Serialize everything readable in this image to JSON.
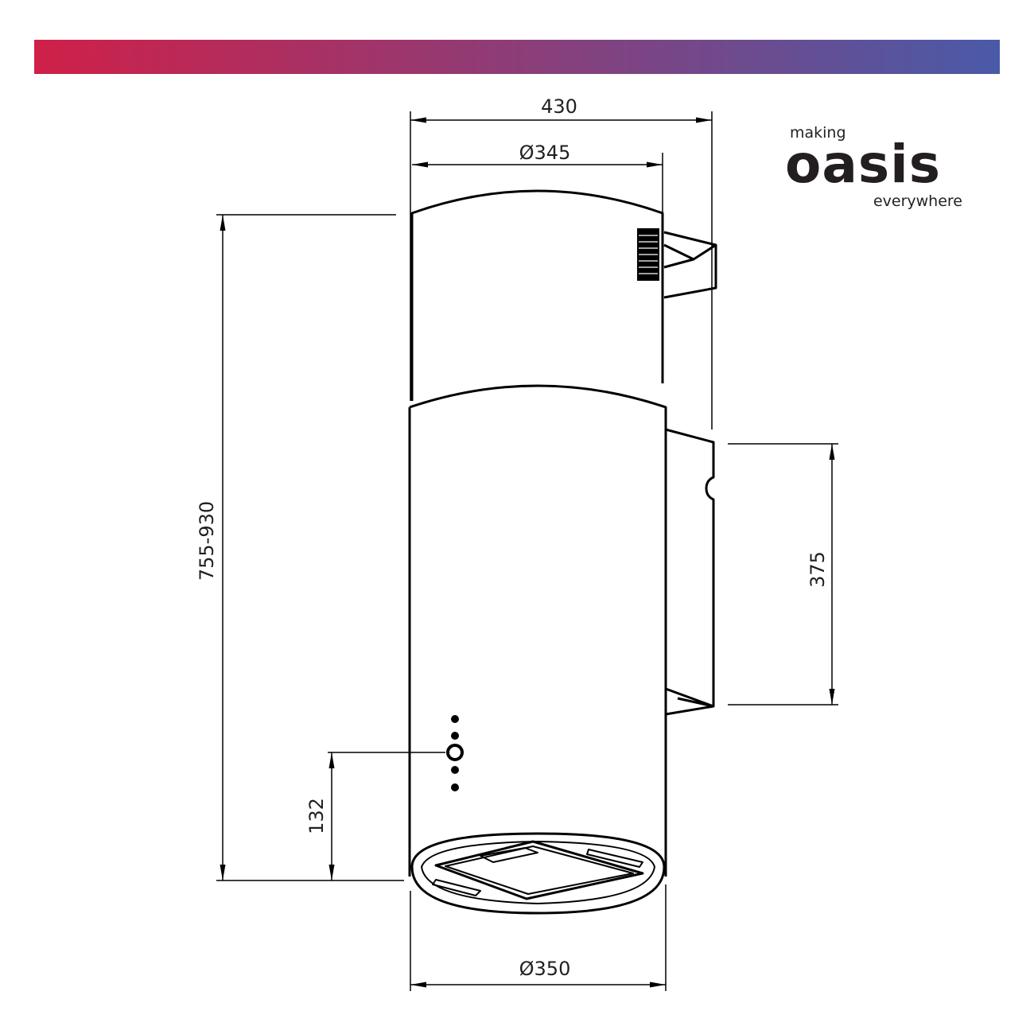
{
  "brand": {
    "line1": "making",
    "line2": "oasis",
    "line3": "everywhere",
    "text_color": "#231f20"
  },
  "banner": {
    "gradient_start": "#cf2048",
    "gradient_end": "#4a5aa8"
  },
  "dimensions": {
    "overall_width": "430",
    "chimney_diameter": "Ø345",
    "body_diameter": "Ø350",
    "total_height": "755-930",
    "bracket_height": "375",
    "control_height": "132"
  },
  "colors": {
    "line": "#000000"
  }
}
